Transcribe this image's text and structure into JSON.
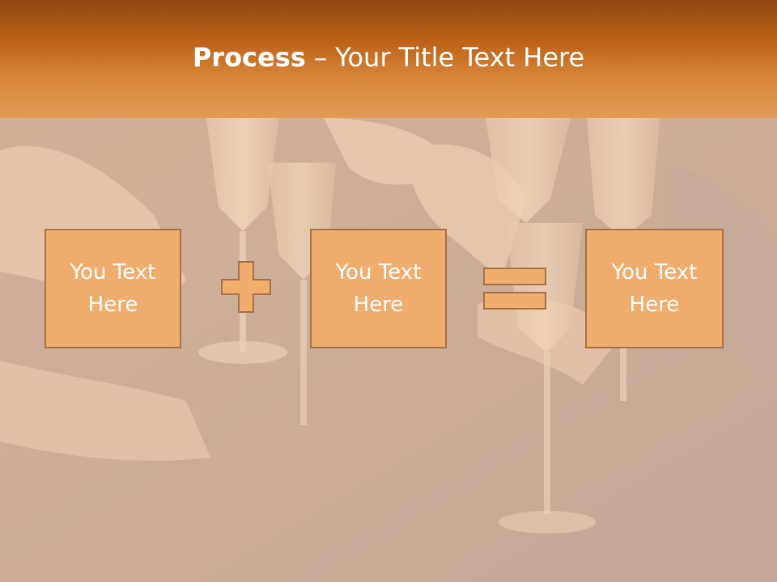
{
  "slide": {
    "title_bold": "Process",
    "title_rest": " – Your Title Text Here",
    "boxes": [
      {
        "label": "You Text Here"
      },
      {
        "label": "You Text Here"
      },
      {
        "label": "You Text Here"
      }
    ],
    "operators": [
      "plus-icon",
      "equals-icon"
    ]
  },
  "colors": {
    "header_top": "#8f4710",
    "header_bottom": "#e29a55",
    "box_fill": "#f0ad6e",
    "box_border": "#a87047",
    "text": "#ffffff"
  }
}
